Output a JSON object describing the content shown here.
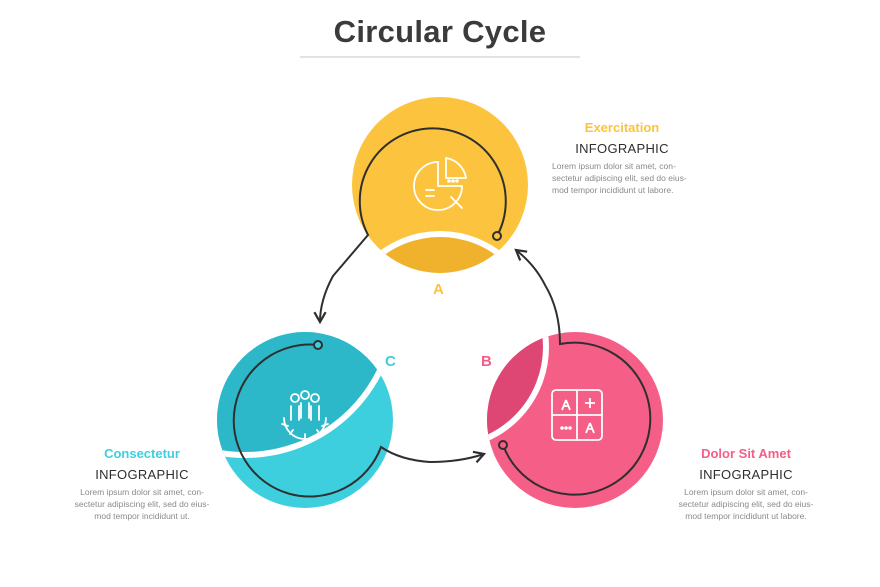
{
  "title": "Circular Cycle",
  "colors": {
    "yellow": "#fcc43e",
    "yellow_dark": "#f0b22c",
    "cyan": "#3ecfdf",
    "cyan_dark": "#2cb8c9",
    "pink": "#f55e86",
    "pink_dark": "#de4774",
    "line": "#2f2f2f",
    "title": "#3b3b3b"
  },
  "steps": [
    {
      "letter": "A",
      "head": "Exercitation",
      "sub": "INFOGRAPHIC",
      "body": [
        "Lorem ipsum dolor sit amet, con-",
        "sectetur adipiscing elit, sed do eius-",
        "mod tempor incididunt ut labore."
      ],
      "icon": "pie-chart-icon",
      "color": "#fcc43e",
      "letter_color": "#fcc43e"
    },
    {
      "letter": "B",
      "head": "Dolor Sit Amet",
      "sub": "INFOGRAPHIC",
      "body": [
        "Lorem ipsum dolor sit amet, con-",
        "sectetur adipiscing elit, sed do eius-",
        "mod tempor incididunt ut labore."
      ],
      "icon": "puzzle-icon",
      "color": "#f55e86",
      "letter_color": "#f55e86"
    },
    {
      "letter": "C",
      "head": "Consectetur",
      "sub": "INFOGRAPHIC",
      "body": [
        "Lorem ipsum dolor sit amet, con-",
        "sectetur adipiscing elit, sed do eius-",
        "mod tempor incididunt ut."
      ],
      "icon": "team-gear-icon",
      "color": "#3ecfdf",
      "letter_color": "#3ecfdf"
    }
  ]
}
